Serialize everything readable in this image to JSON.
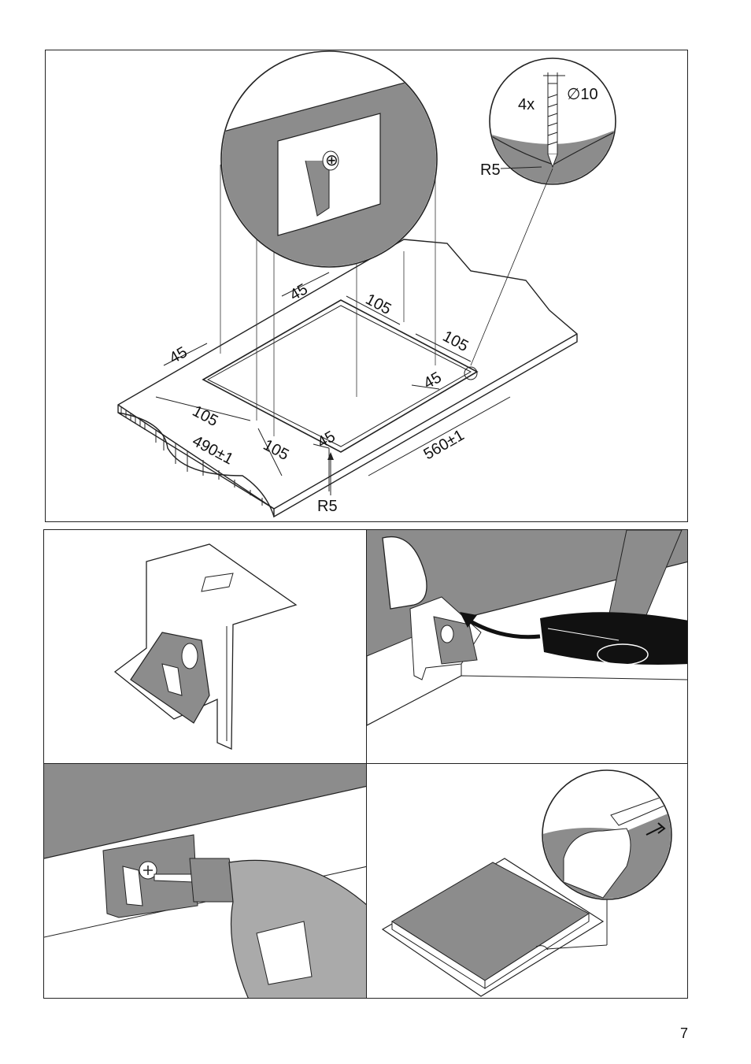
{
  "diagram": {
    "cutout_dims": {
      "d45_a": "45",
      "d45_b": "45",
      "d45_c": "45",
      "d45_d": "45",
      "d105_a": "105",
      "d105_b": "105",
      "d105_c": "105",
      "d105_d": "105",
      "width": "490±1",
      "depth": "560±1",
      "radius_front": "R5"
    },
    "detail_screw": {
      "count": "4x",
      "diameter": "∅10",
      "radius": "R5"
    }
  },
  "colors": {
    "gray": "#8c8c8c",
    "dark": "#111111",
    "line": "#222222"
  },
  "page_number": "7"
}
